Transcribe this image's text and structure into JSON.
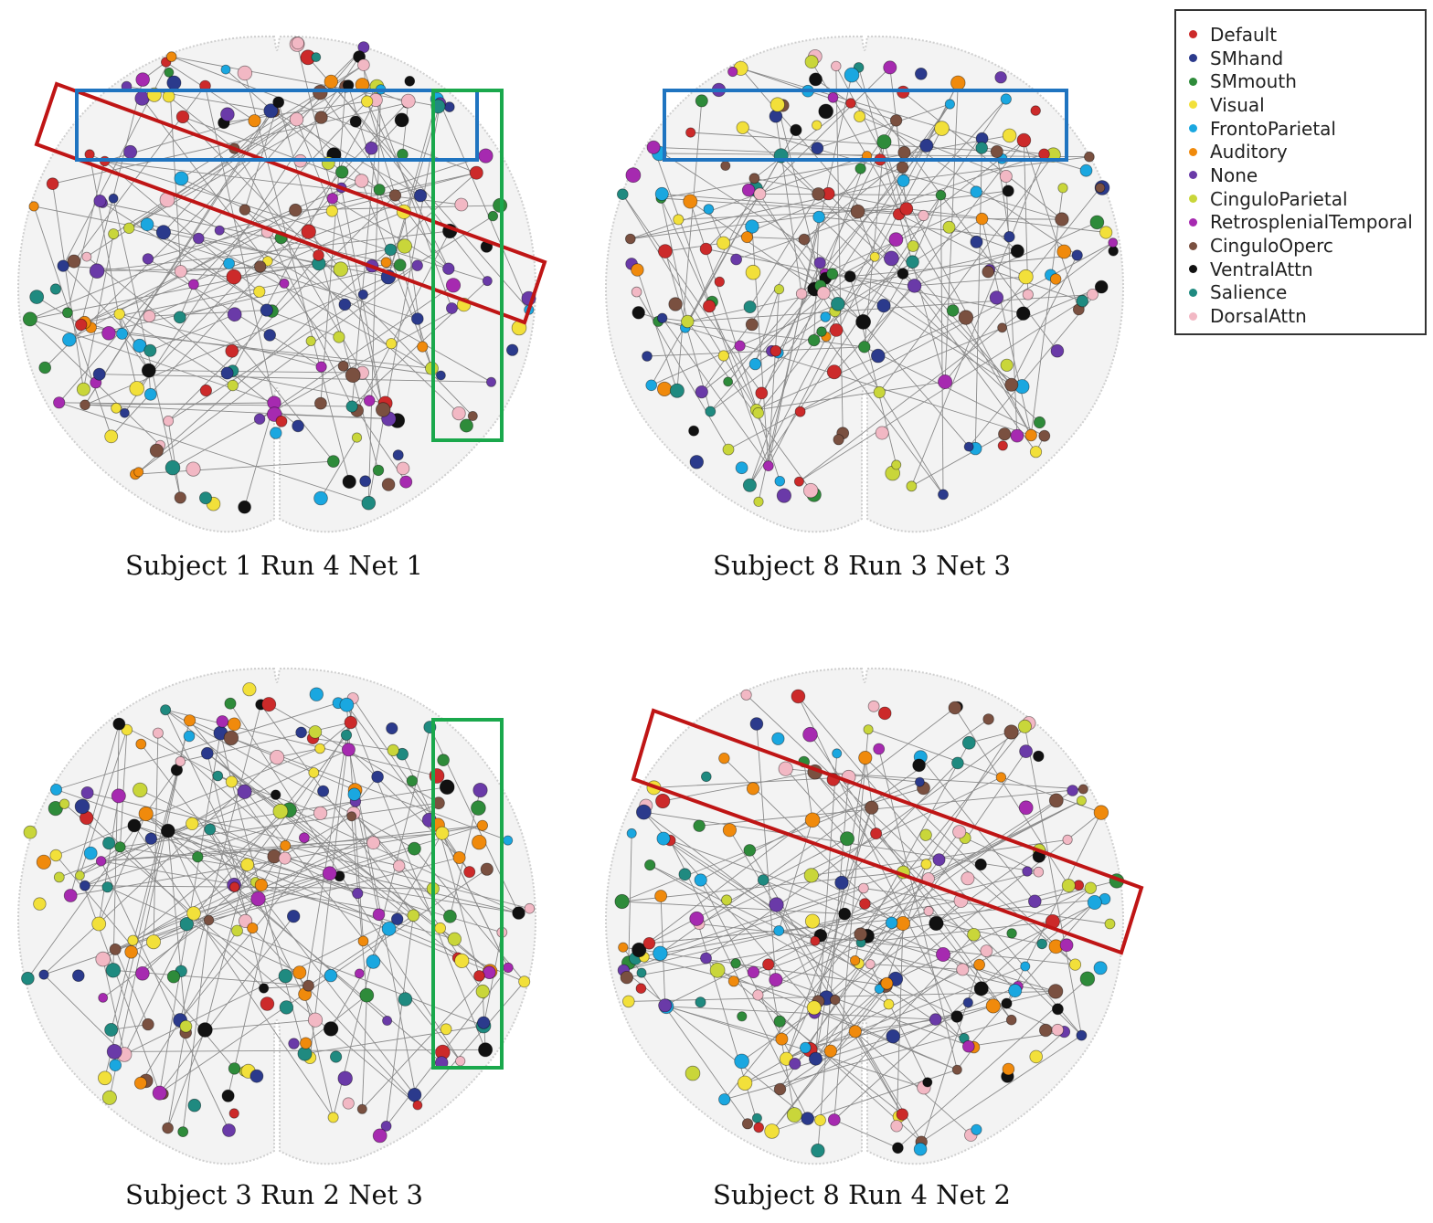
{
  "legend": {
    "items": [
      {
        "label": "Default",
        "color": "#cc2a2a"
      },
      {
        "label": "SMhand",
        "color": "#2b3a8c"
      },
      {
        "label": "SMmouth",
        "color": "#2e8b3a"
      },
      {
        "label": "Visual",
        "color": "#f2e03a"
      },
      {
        "label": "FrontoParietal",
        "color": "#1aa7e0"
      },
      {
        "label": "Auditory",
        "color": "#f08a0c"
      },
      {
        "label": "None",
        "color": "#6a3aa8"
      },
      {
        "label": "CinguloParietal",
        "color": "#c9d63a"
      },
      {
        "label": "RetrosplenialTemporal",
        "color": "#a62ab0"
      },
      {
        "label": "CinguloOperc",
        "color": "#7a5040"
      },
      {
        "label": "VentralAttn",
        "color": "#111111"
      },
      {
        "label": "Salience",
        "color": "#1f8a80"
      },
      {
        "label": "DorsalAttn",
        "color": "#f2b8c4"
      }
    ]
  },
  "panels": [
    {
      "caption": "Subject 1 Run 4 Net 1",
      "highlights": [
        "red-diagonal",
        "blue-top",
        "green-right"
      ]
    },
    {
      "caption": "Subject 8 Run 3 Net 3",
      "highlights": [
        "blue-top"
      ]
    },
    {
      "caption": "Subject 3 Run 2 Net 3",
      "highlights": [
        "green-right"
      ]
    },
    {
      "caption": "Subject 8 Run 4 Net 2",
      "highlights": [
        "red-diagonal"
      ]
    }
  ]
}
